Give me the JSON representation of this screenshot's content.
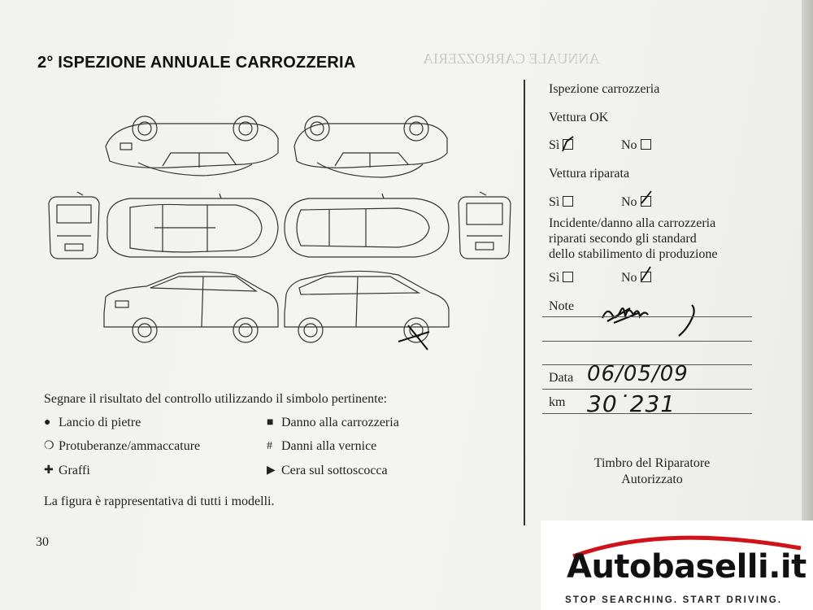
{
  "page": {
    "title": "2° ISPEZIONE ANNUALE CARROZZERIA",
    "page_number": "30"
  },
  "legend": {
    "instruction": "Segnare il risultato del controllo utilizzando il simbolo pertinente:",
    "items": [
      {
        "symbol": "●",
        "label": "Lancio di pietre"
      },
      {
        "symbol": "■",
        "label": "Danno alla carrozzeria"
      },
      {
        "symbol": "❍",
        "label": "Protuberanze/ammaccature"
      },
      {
        "symbol": "#",
        "label": "Danni alla vernice"
      },
      {
        "symbol": "✚",
        "label": "Graffi"
      },
      {
        "symbol": "▶",
        "label": "Cera sul sottoscocca"
      }
    ],
    "figure_note": "La figura è rappresentativa di tutti i modelli."
  },
  "inspection": {
    "heading": "Ispezione carrozzeria",
    "vettura_ok": {
      "label": "Vettura OK",
      "yes": "Sì",
      "no": "No",
      "checked": "yes"
    },
    "vettura_riparata": {
      "label": "Vettura riparata",
      "yes": "Sì",
      "no": "No",
      "checked": "no"
    },
    "incidente": {
      "label_lines": [
        "Incidente/danno alla carrozzeria",
        "riparati secondo gli standard",
        "dello stabilimento di produzione"
      ],
      "yes": "Sì",
      "no": "No",
      "checked": "no"
    },
    "note_label": "Note",
    "data_label": "Data",
    "data_value": "06/05/09",
    "km_label": "km",
    "km_value": "30˙231",
    "stamp_lines": [
      "Timbro del Riparatore",
      "Autorizzato"
    ]
  },
  "watermark": {
    "brand": "Autobaselli.it",
    "slogan": "STOP SEARCHING. START DRIVING.",
    "accent_color": "#d0121b"
  }
}
